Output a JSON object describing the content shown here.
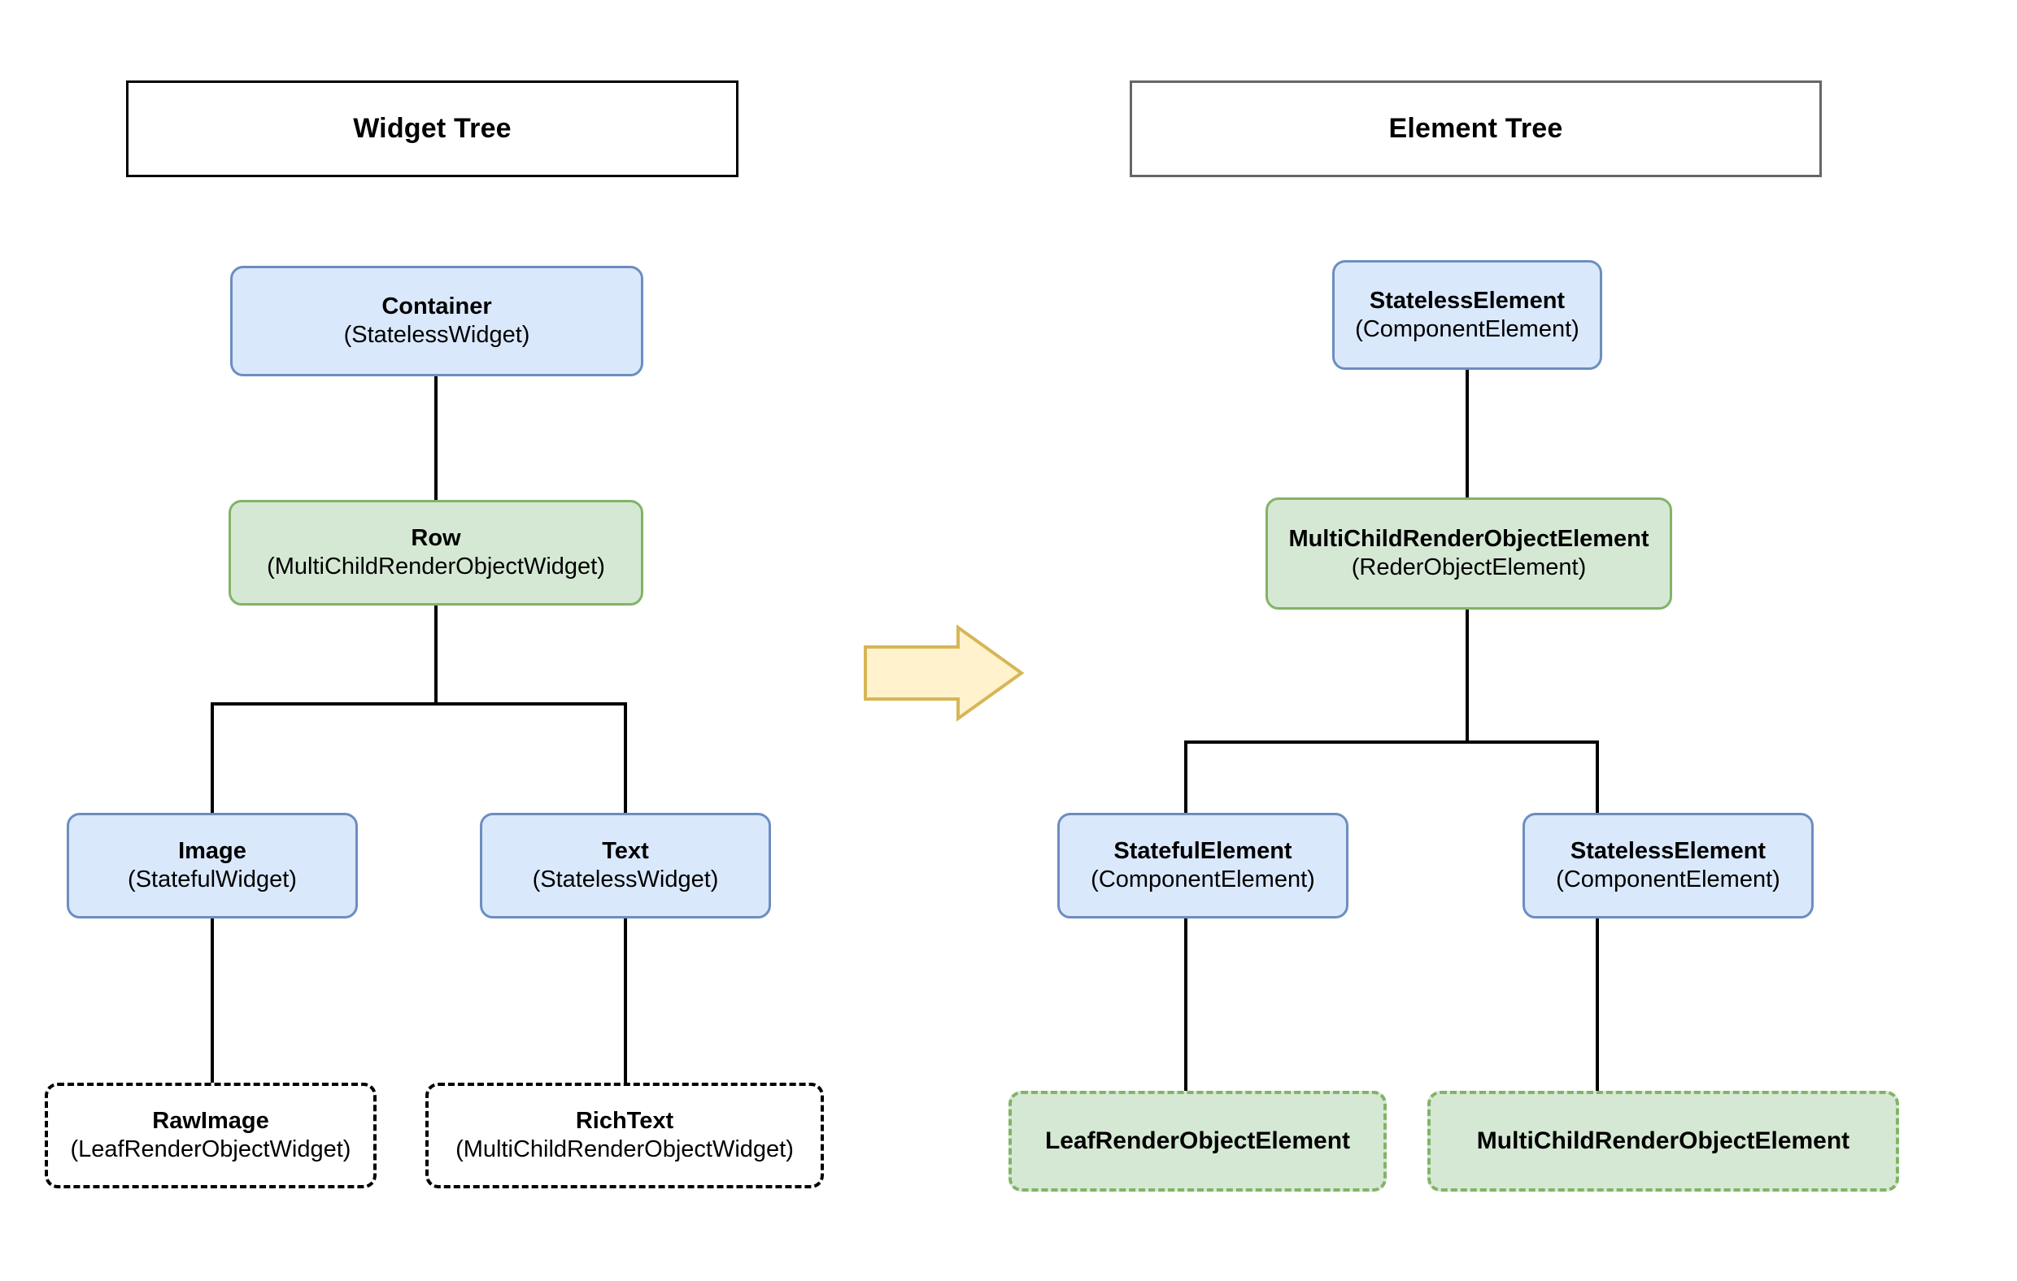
{
  "diagram": {
    "title_left": "Widget Tree",
    "title_right": "Element Tree",
    "arrow_icon": "right-arrow-icon"
  },
  "widget_tree": {
    "header": "Widget Tree",
    "nodes": [
      {
        "id": "container",
        "title": "Container",
        "subtitle": "(StatelessWidget)",
        "style": "blue",
        "level": 0
      },
      {
        "id": "row",
        "title": "Row",
        "subtitle": "(MultiChildRenderObjectWidget)",
        "style": "green",
        "level": 1
      },
      {
        "id": "image",
        "title": "Image",
        "subtitle": "(StatefulWidget)",
        "style": "blue",
        "level": 2
      },
      {
        "id": "text",
        "title": "Text",
        "subtitle": "(StatelessWidget)",
        "style": "blue",
        "level": 2
      },
      {
        "id": "rawimage",
        "title": "RawImage",
        "subtitle": "(LeafRenderObjectWidget)",
        "style": "dashed-black",
        "level": 3
      },
      {
        "id": "richtext",
        "title": "RichText",
        "subtitle": "(MultiChildRenderObjectWidget)",
        "style": "dashed-black",
        "level": 3
      }
    ]
  },
  "element_tree": {
    "header": "Element Tree",
    "nodes": [
      {
        "id": "stateless-root",
        "title": "StatelessElement",
        "subtitle": "(ComponentElement)",
        "style": "blue",
        "level": 0
      },
      {
        "id": "multichild-root",
        "title": "MultiChildRenderObjectElement",
        "subtitle": "(RederObjectElement)",
        "style": "green",
        "level": 1
      },
      {
        "id": "stateful",
        "title": "StatefulElement",
        "subtitle": "(ComponentElement)",
        "style": "blue",
        "level": 2
      },
      {
        "id": "stateless-leaf",
        "title": "StatelessElement",
        "subtitle": "(ComponentElement)",
        "style": "blue",
        "level": 2
      },
      {
        "id": "leaf-render",
        "title": "LeafRenderObjectElement",
        "subtitle": "",
        "style": "dashed-green",
        "level": 3
      },
      {
        "id": "multichild-leaf",
        "title": "MultiChildRenderObjectElement",
        "subtitle": "",
        "style": "dashed-green",
        "level": 3
      }
    ]
  },
  "colors": {
    "blue_fill": "#dae8fc",
    "blue_border": "#6c8ebf",
    "green_fill": "#d5e8d4",
    "green_border": "#82b366",
    "arrow_fill": "#fff2cc",
    "arrow_border": "#d6b656",
    "line": "#000000",
    "header_border_left": "#000000",
    "header_border_right": "#666666",
    "background": "#ffffff"
  }
}
